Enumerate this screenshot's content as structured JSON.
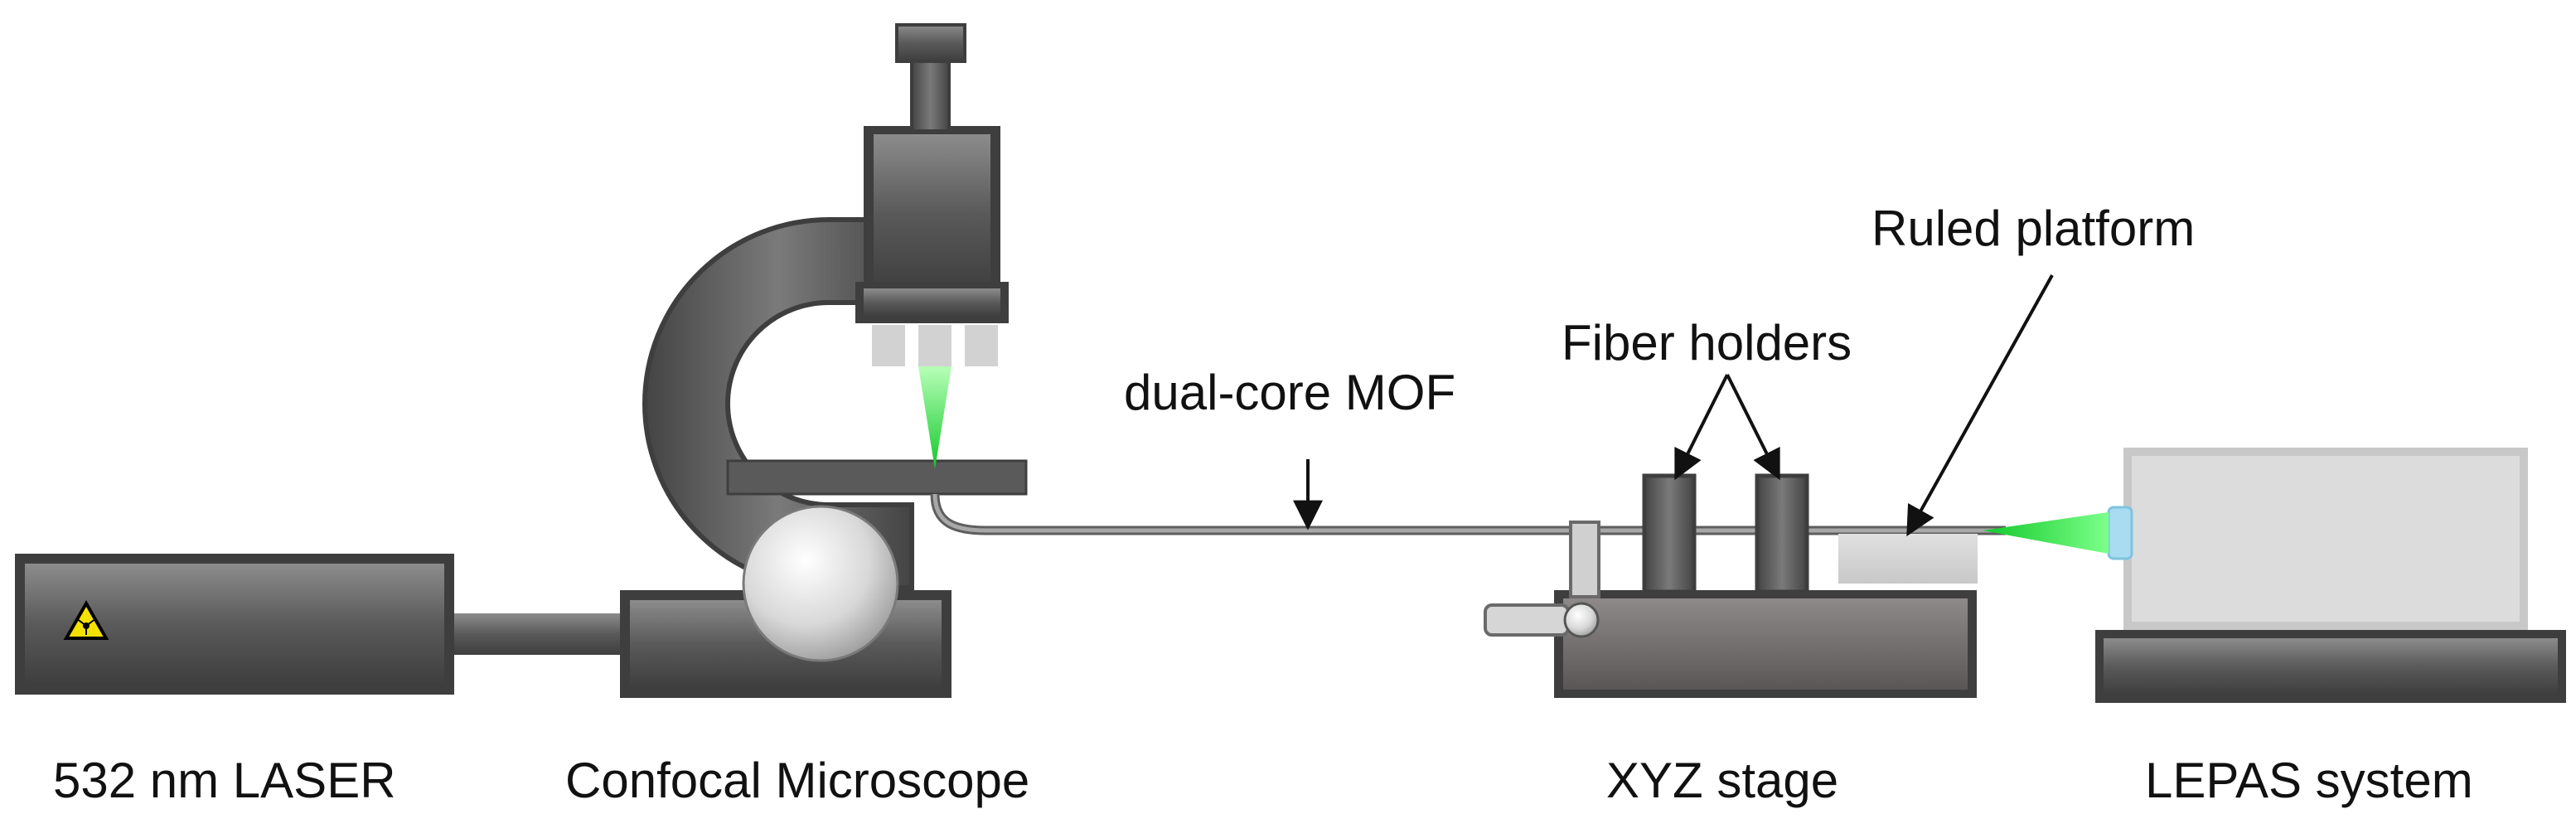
{
  "labels": {
    "laser": "532 nm  LASER",
    "microscope": "Confocal Microscope",
    "xyz_stage": "XYZ  stage",
    "lepas": "LEPAS system",
    "dual_core_mof": "dual-core  MOF",
    "fiber_holders": "Fiber holders",
    "ruled_platform": "Ruled platform"
  },
  "colors": {
    "equipment_dark": "#5e5e5e",
    "equipment_light": "#8a8a8a",
    "stage_body": "#6e6a6a",
    "lepas_box": "#d6d6d6",
    "ruled_platform": "#d4d4d4",
    "beam_green": "#22e03c",
    "fiber": "#8a8a8a",
    "lens_blue": "#a9dcf0",
    "warning_yellow": "#f5e100"
  },
  "icons": {
    "laser_warning": "laser-warning-icon"
  }
}
